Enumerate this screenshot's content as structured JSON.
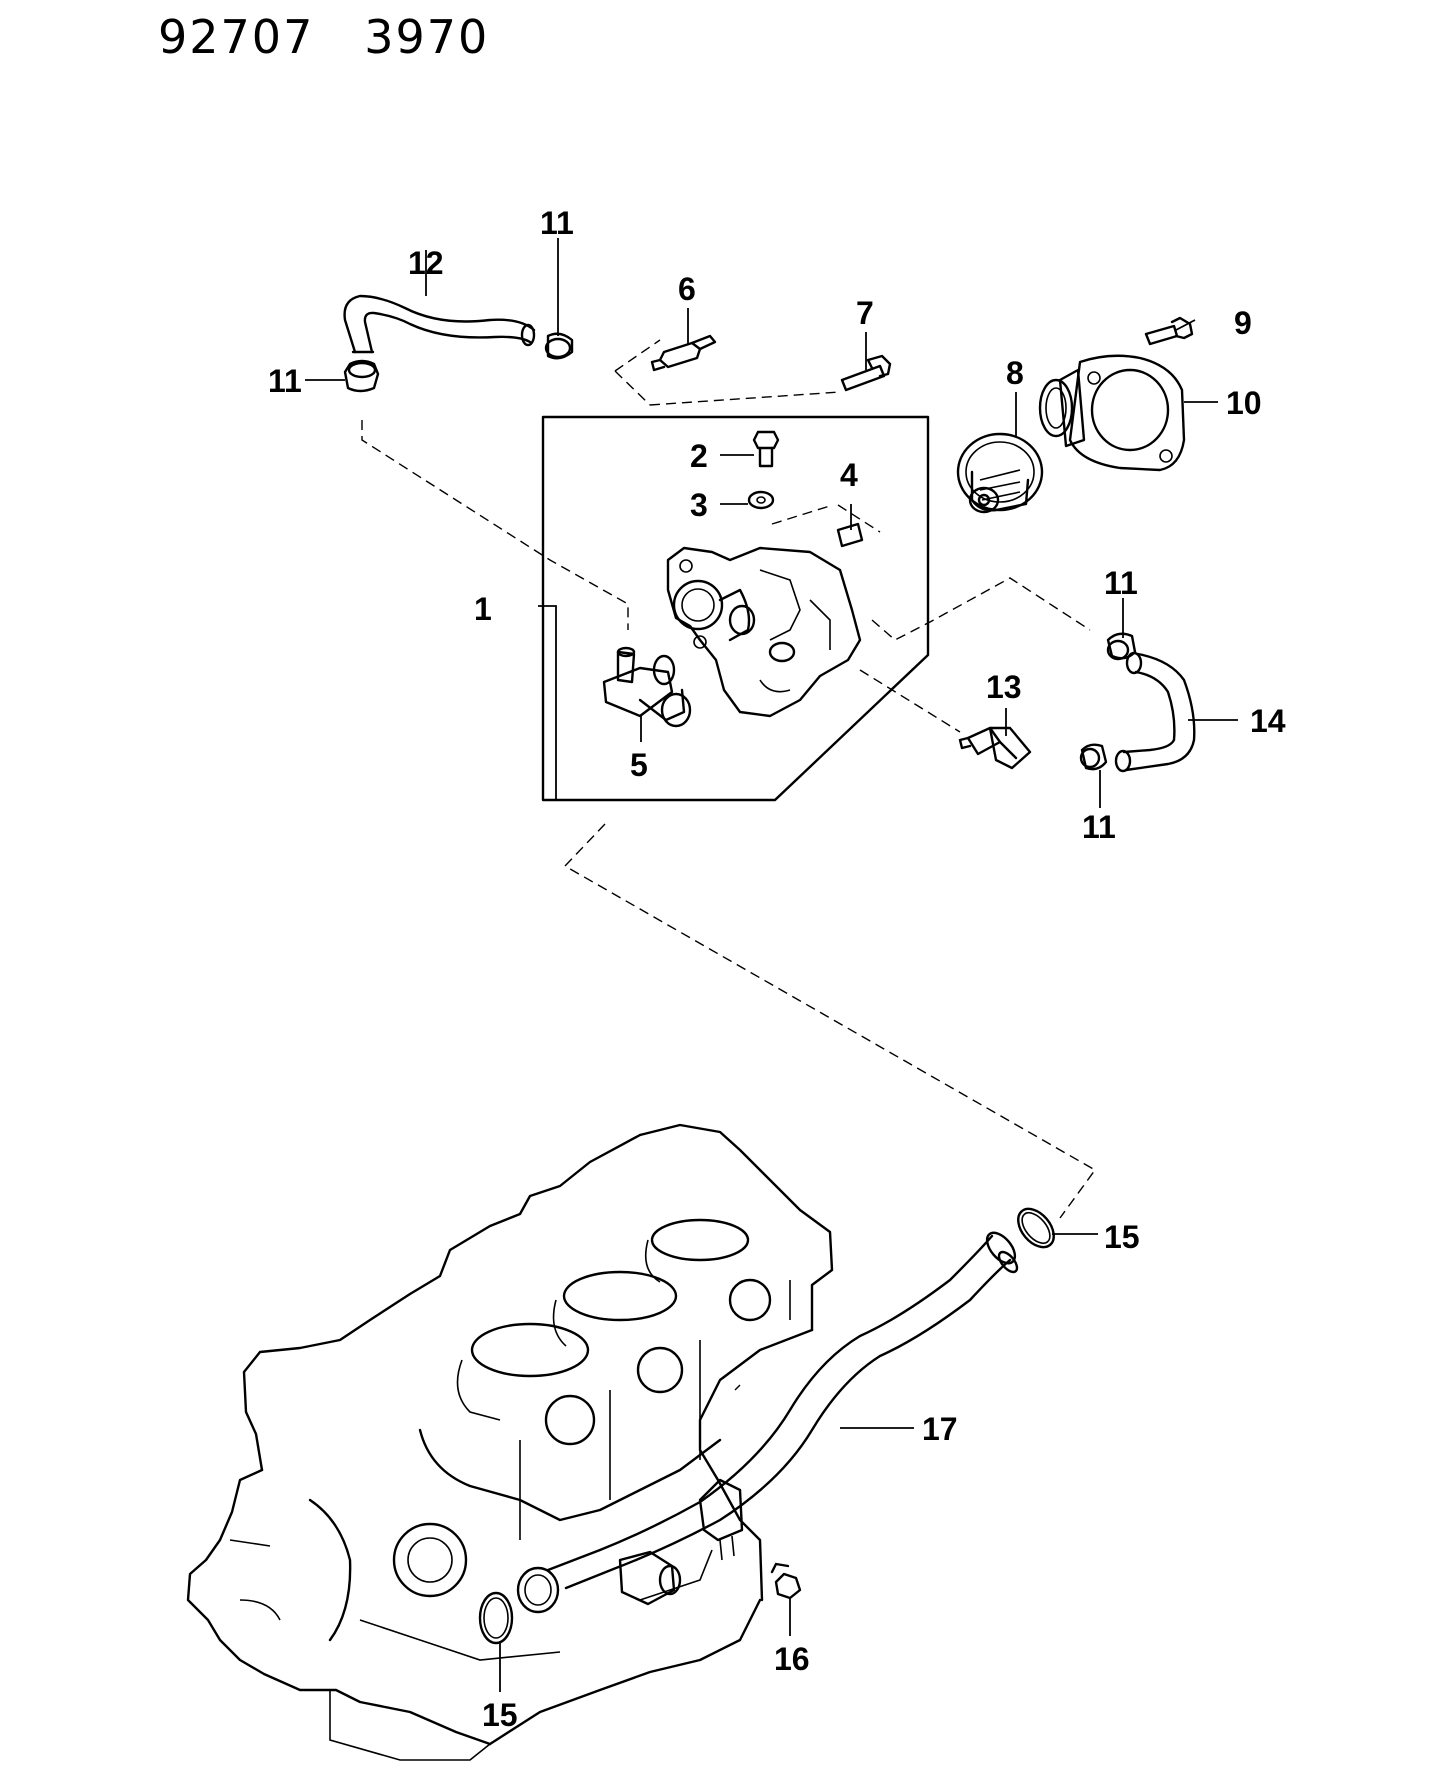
{
  "header": {
    "left_code": "92707",
    "right_code": "3970"
  },
  "callouts": {
    "c1": "1",
    "c2": "2",
    "c3": "3",
    "c4": "4",
    "c5": "5",
    "c6": "6",
    "c7": "7",
    "c8": "8",
    "c9": "9",
    "c10": "10",
    "c11a": "11",
    "c11b": "11",
    "c11c": "11",
    "c11d": "11",
    "c12": "12",
    "c13": "13",
    "c14": "14",
    "c15a": "15",
    "c15b": "15",
    "c16": "16",
    "c17": "17"
  }
}
